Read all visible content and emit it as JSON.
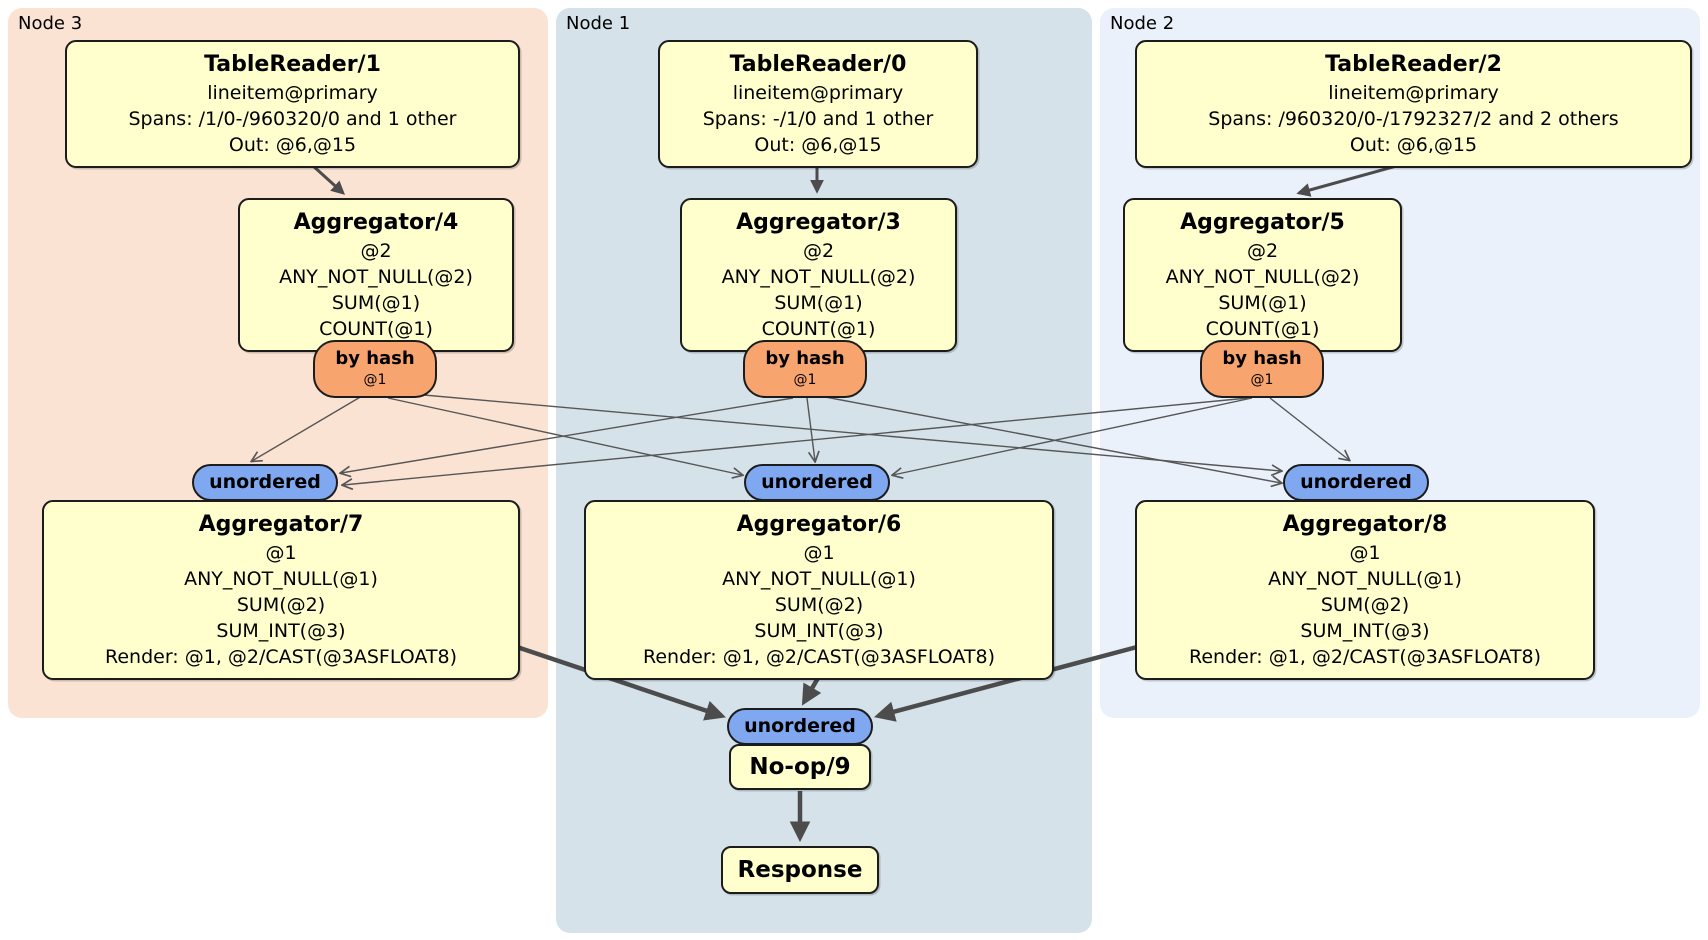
{
  "regions": [
    {
      "label": "Node 3"
    },
    {
      "label": "Node 1"
    },
    {
      "label": "Node 2"
    }
  ],
  "nodes": {
    "tablereader1": {
      "title": "TableReader/1",
      "lines": [
        "lineitem@primary",
        "Spans: /1/0-/960320/0 and 1 other",
        "Out: @6,@15"
      ]
    },
    "tablereader0": {
      "title": "TableReader/0",
      "lines": [
        "lineitem@primary",
        "Spans: -/1/0 and 1 other",
        "Out: @6,@15"
      ]
    },
    "tablereader2": {
      "title": "TableReader/2",
      "lines": [
        "lineitem@primary",
        "Spans: /960320/0-/1792327/2 and 2 others",
        "Out: @6,@15"
      ]
    },
    "aggregator4": {
      "title": "Aggregator/4",
      "lines": [
        "@2",
        "ANY_NOT_NULL(@2)",
        "SUM(@1)",
        "COUNT(@1)"
      ]
    },
    "aggregator3": {
      "title": "Aggregator/3",
      "lines": [
        "@2",
        "ANY_NOT_NULL(@2)",
        "SUM(@1)",
        "COUNT(@1)"
      ]
    },
    "aggregator5": {
      "title": "Aggregator/5",
      "lines": [
        "@2",
        "ANY_NOT_NULL(@2)",
        "SUM(@1)",
        "COUNT(@1)"
      ]
    },
    "aggregator7": {
      "title": "Aggregator/7",
      "lines": [
        "@1",
        "ANY_NOT_NULL(@1)",
        "SUM(@2)",
        "SUM_INT(@3)",
        "Render: @1, @2/CAST(@3ASFLOAT8)"
      ]
    },
    "aggregator6": {
      "title": "Aggregator/6",
      "lines": [
        "@1",
        "ANY_NOT_NULL(@1)",
        "SUM(@2)",
        "SUM_INT(@3)",
        "Render: @1, @2/CAST(@3ASFLOAT8)"
      ]
    },
    "aggregator8": {
      "title": "Aggregator/8",
      "lines": [
        "@1",
        "ANY_NOT_NULL(@1)",
        "SUM(@2)",
        "SUM_INT(@3)",
        "Render: @1, @2/CAST(@3ASFLOAT8)"
      ]
    },
    "noop": {
      "title": "No-op/9"
    },
    "response": {
      "title": "Response"
    }
  },
  "routers": {
    "by_hash": {
      "label": "by hash",
      "detail": "@1"
    }
  },
  "streams": {
    "unordered_label": "unordered"
  },
  "colors": {
    "node3_bg": "#fbe3d4",
    "node1_bg": "#d5e2ea",
    "node2_bg": "#eaf1fa",
    "box_bg": "#ffffce",
    "box_border": "#1c1c1c",
    "hash_router_bg": "#f7a46e",
    "unordered_bg": "#7fa8f0",
    "edge_color": "#4c4c4c"
  }
}
